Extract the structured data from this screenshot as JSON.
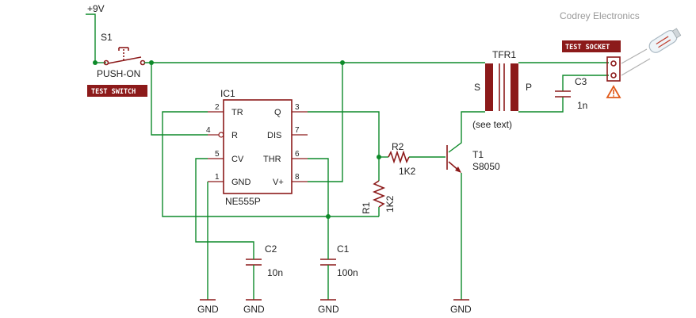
{
  "colors": {
    "wire": "#0e8a2a",
    "part": "#8c1a1a",
    "badge": "#8c1a1a",
    "text": "#222222",
    "brand": "#9a9a9a",
    "warning": "#e05a1a"
  },
  "brand": "Codrey Electronics",
  "supply": {
    "label": "+9V"
  },
  "switch": {
    "ref": "S1",
    "type": "PUSH-ON",
    "badge": "TEST SWITCH"
  },
  "ic": {
    "ref": "IC1",
    "part": "NE555P",
    "pins": [
      {
        "num": "2",
        "name": "TR"
      },
      {
        "num": "4",
        "name": "R"
      },
      {
        "num": "5",
        "name": "CV"
      },
      {
        "num": "1",
        "name": "GND"
      },
      {
        "num": "3",
        "name": "Q"
      },
      {
        "num": "7",
        "name": "DIS"
      },
      {
        "num": "6",
        "name": "THR"
      },
      {
        "num": "8",
        "name": "V+"
      }
    ]
  },
  "r1": {
    "ref": "R1",
    "value": "1K2"
  },
  "r2": {
    "ref": "R2",
    "value": "1K2"
  },
  "c1": {
    "ref": "C1",
    "value": "100n"
  },
  "c2": {
    "ref": "C2",
    "value": "10n"
  },
  "c3": {
    "ref": "C3",
    "value": "1n"
  },
  "t1": {
    "ref": "T1",
    "part": "S8050"
  },
  "transformer": {
    "ref": "TFR1",
    "primary": "S",
    "secondary": "P",
    "note": "(see text)"
  },
  "socket": {
    "badge": "TEST SOCKET",
    "icon": "warning-icon"
  },
  "grounds": [
    "GND",
    "GND",
    "GND",
    "GND"
  ]
}
